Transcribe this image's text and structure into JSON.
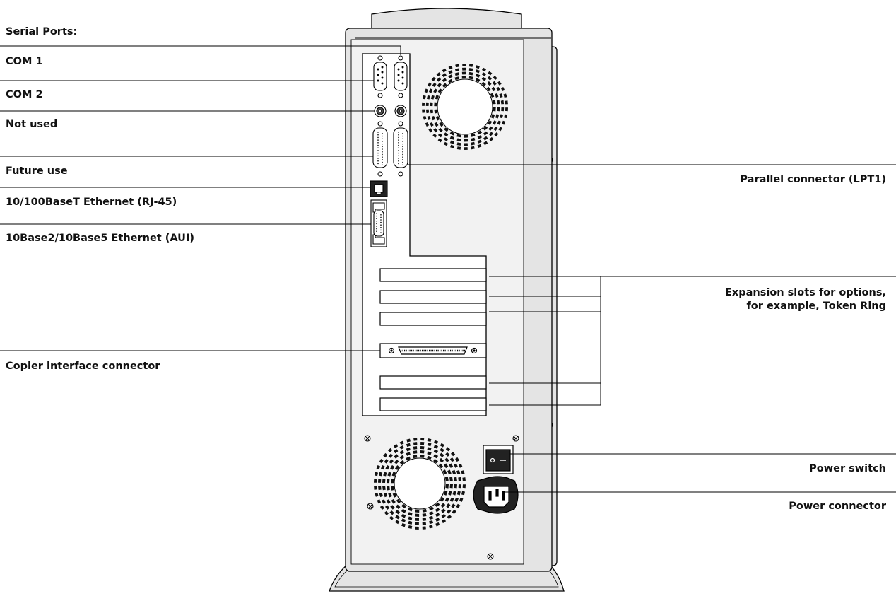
{
  "labels": {
    "serial_ports": "Serial Ports:",
    "com1": "COM 1",
    "com2": "COM 2",
    "not_used": "Not used",
    "future_use": "Future use",
    "ethernet_rj45": "10/100BaseT Ethernet (RJ-45)",
    "ethernet_aui": "10Base2/10Base5 Ethernet (AUI)",
    "copier_interface": "Copier interface connector",
    "parallel": "Parallel connector (LPT1)",
    "expansion_line1": "Expansion slots for options,",
    "expansion_line2": "for example, Token Ring",
    "power_switch": "Power switch",
    "power_connector": "Power connector"
  },
  "colors": {
    "case_fill": "#e4e4e4",
    "panel_fill": "#ffffff",
    "line": "#000000",
    "fan_fill": "#111111"
  }
}
